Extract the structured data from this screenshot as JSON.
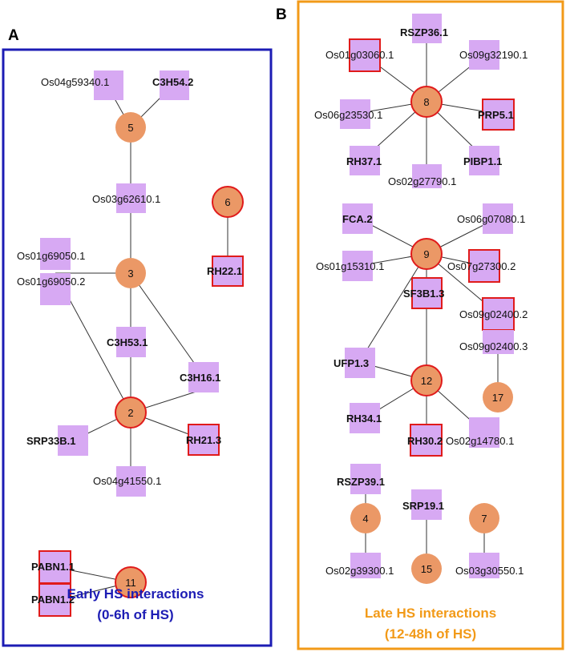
{
  "colors": {
    "panel_a_border": "#1c1cb4",
    "panel_b_border": "#f29a18",
    "square_fill": "#d7a9f3",
    "circle_fill": "#eb9866",
    "highlight_stroke": "#e01b1b",
    "caption_a": "#1c1cb4",
    "caption_b": "#f29a18"
  },
  "panel_a": {
    "letter": "A",
    "caption_line1": "Early HS interactions",
    "caption_line2": "(0-6h of HS)",
    "nodes": {
      "n5": "5",
      "n3": "3",
      "n2": "2",
      "n6": "6",
      "n11": "11",
      "os04g59340": "Os04g59340.1",
      "c3h54": "C3H54.2",
      "os03g62610": "Os03g62610.1",
      "os01g69050_1": "Os01g69050.1",
      "os01g69050_2": "Os01g69050.2",
      "rh22": "RH22.1",
      "c3h53": "C3H53.1",
      "c3h16": "C3H16.1",
      "srp33b": "SRP33B.1",
      "rh21": "RH21.3",
      "os04g41550": "Os04g41550.1",
      "pabn1_1": "PABN1.1",
      "pabn1_2": "PABN1.2"
    }
  },
  "panel_b": {
    "letter": "B",
    "caption_line1": "Late HS interactions",
    "caption_line2": "(12-48h of HS)",
    "nodes": {
      "n8": "8",
      "n9": "9",
      "n12": "12",
      "n17": "17",
      "n4": "4",
      "n15": "15",
      "n7": "7",
      "rszp36": "RSZP36.1",
      "os01g03060": "Os01g03060.1",
      "os09g32190": "Os09g32190.1",
      "os06g23530": "Os06g23530.1",
      "prp5": "PRP5.1",
      "rh37": "RH37.1",
      "pibp1": "PIBP1.1",
      "os02g27790": "Os02g27790.1",
      "fca2": "FCA.2",
      "os06g07080": "Os06g07080.1",
      "os01g15310": "Os01g15310.1",
      "os07g27300": "Os07g27300.2",
      "sf3b1": "SF3B1.3",
      "os09g02400_2": "Os09g02400.2",
      "os09g02400_3": "Os09g02400.3",
      "ufp1": "UFP1.3",
      "rh34": "RH34.1",
      "rh30": "RH30.2",
      "os02g14780": "Os02g14780.1",
      "rszp39": "RSZP39.1",
      "srp19": "SRP19.1",
      "os02g39300": "Os02g39300.1",
      "os03g30550": "Os03g30550.1"
    }
  }
}
